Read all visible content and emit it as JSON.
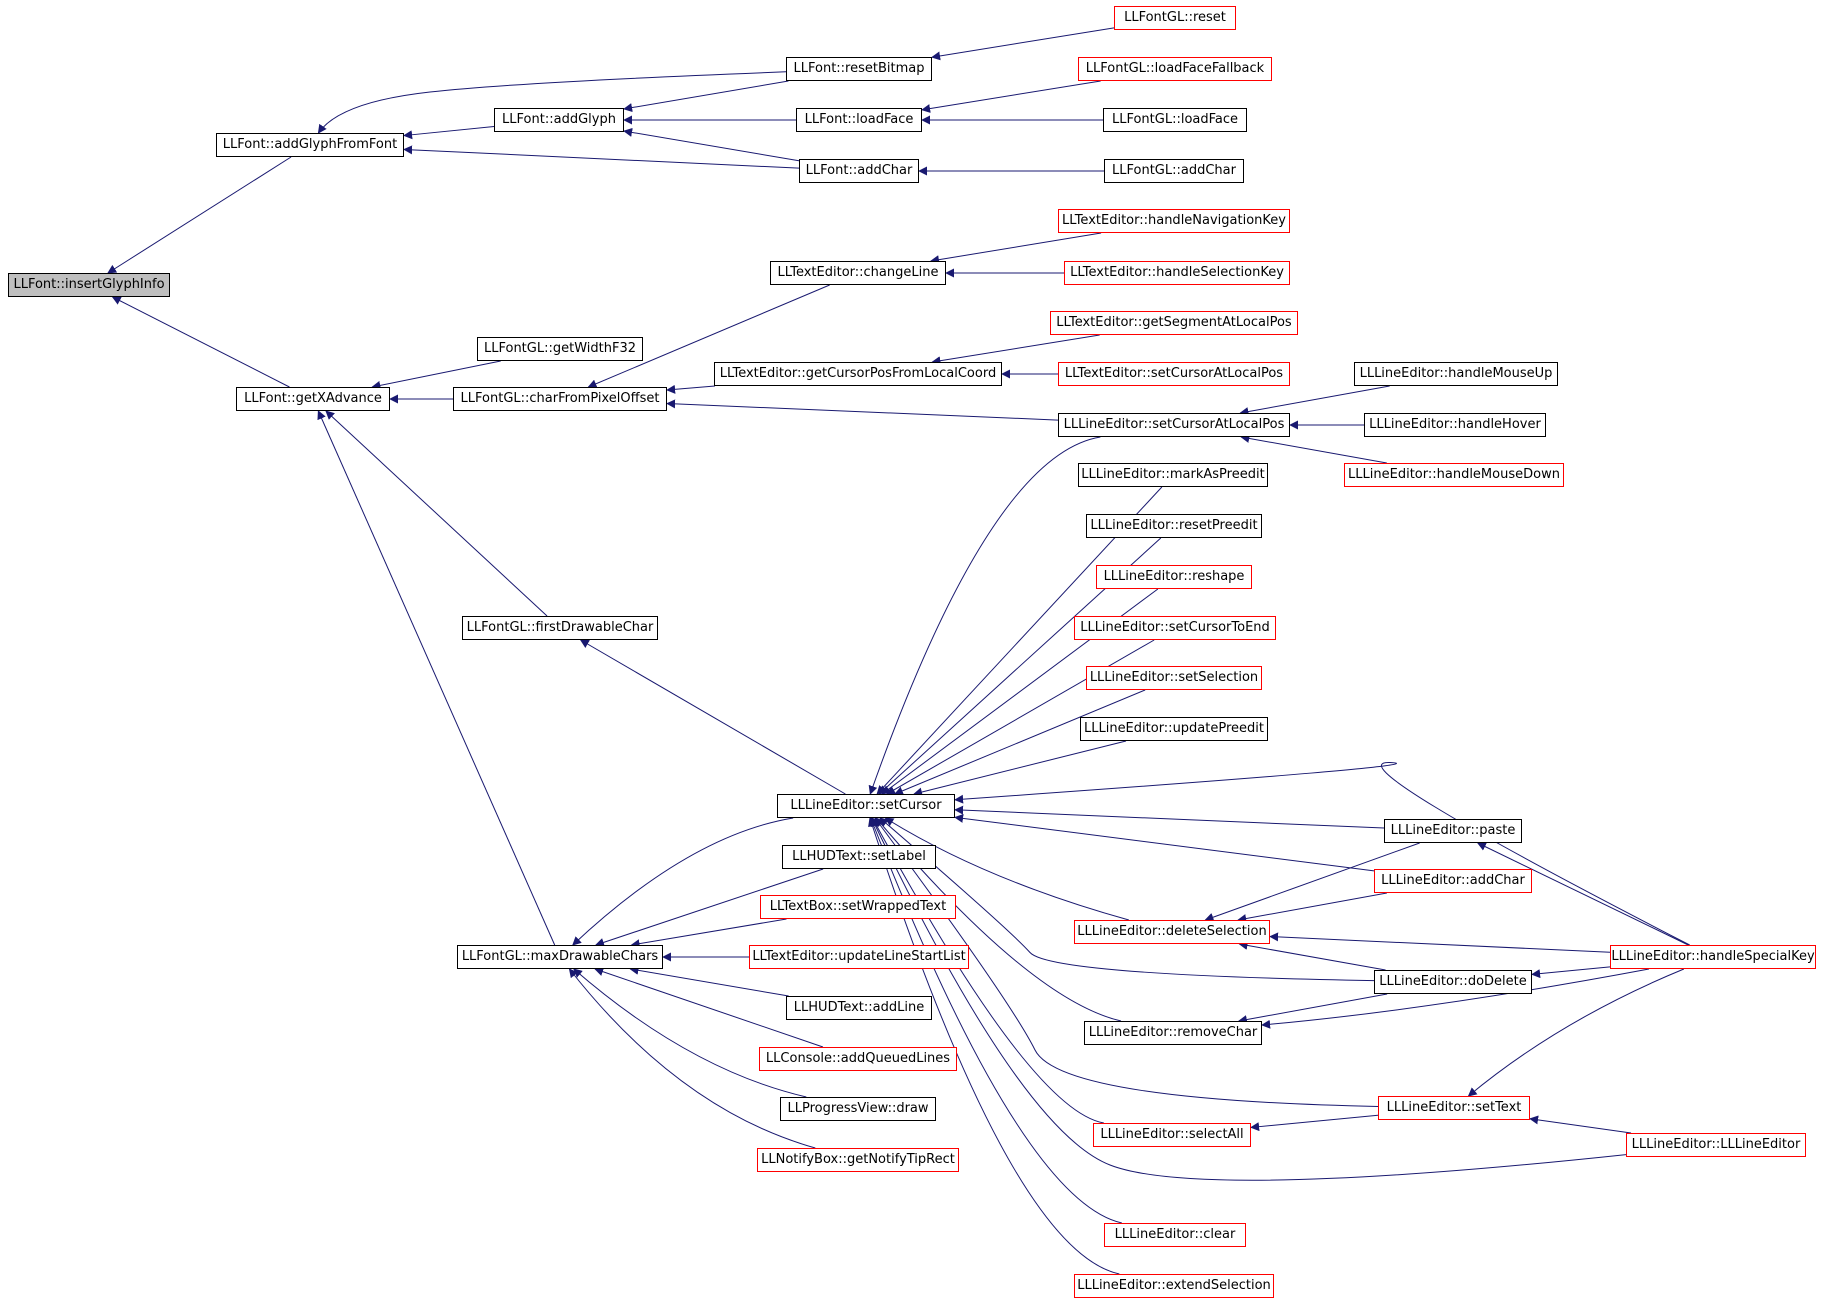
{
  "colors": {
    "edge": "#191970",
    "border": "#000000",
    "border_truncated": "#ff0000",
    "root_fill": "#bfbfbf",
    "background": "#ffffff"
  },
  "graph": {
    "nodes": [
      {
        "id": "insertGlyphInfo",
        "label": "LLFont::insertGlyphInfo",
        "style": "root"
      },
      {
        "id": "addGlyphFromFont",
        "label": "LLFont::addGlyphFromFont",
        "style": "normal"
      },
      {
        "id": "getXAdvance",
        "label": "LLFont::getXAdvance",
        "style": "normal"
      },
      {
        "id": "addGlyph",
        "label": "LLFont::addGlyph",
        "style": "normal"
      },
      {
        "id": "resetBitmap",
        "label": "LLFont::resetBitmap",
        "style": "normal"
      },
      {
        "id": "loadFace",
        "label": "LLFont::loadFace",
        "style": "normal"
      },
      {
        "id": "fontAddChar",
        "label": "LLFont::addChar",
        "style": "normal"
      },
      {
        "id": "glReset",
        "label": "LLFontGL::reset",
        "style": "red"
      },
      {
        "id": "glLoadFaceFallback",
        "label": "LLFontGL::loadFaceFallback",
        "style": "red"
      },
      {
        "id": "glLoadFace",
        "label": "LLFontGL::loadFace",
        "style": "normal"
      },
      {
        "id": "glAddChar",
        "label": "LLFontGL::addChar",
        "style": "normal"
      },
      {
        "id": "getWidthF32",
        "label": "LLFontGL::getWidthF32",
        "style": "normal"
      },
      {
        "id": "charFromPixelOffset",
        "label": "LLFontGL::charFromPixelOffset",
        "style": "normal"
      },
      {
        "id": "firstDrawableChar",
        "label": "LLFontGL::firstDrawableChar",
        "style": "normal"
      },
      {
        "id": "maxDrawableChars",
        "label": "LLFontGL::maxDrawableChars",
        "style": "normal"
      },
      {
        "id": "changeLine",
        "label": "LLTextEditor::changeLine",
        "style": "normal"
      },
      {
        "id": "getCursorPosFromLocalCoord",
        "label": "LLTextEditor::getCursorPosFromLocalCoord",
        "style": "normal"
      },
      {
        "id": "leSetCursorAtLocalPos",
        "label": "LLLineEditor::setCursorAtLocalPos",
        "style": "normal"
      },
      {
        "id": "handleNavigationKey",
        "label": "LLTextEditor::handleNavigationKey",
        "style": "red"
      },
      {
        "id": "handleSelectionKey",
        "label": "LLTextEditor::handleSelectionKey",
        "style": "red"
      },
      {
        "id": "getSegmentAtLocalPos",
        "label": "LLTextEditor::getSegmentAtLocalPos",
        "style": "red"
      },
      {
        "id": "teSetCursorAtLocalPos",
        "label": "LLTextEditor::setCursorAtLocalPos",
        "style": "red"
      },
      {
        "id": "handleMouseUp",
        "label": "LLLineEditor::handleMouseUp",
        "style": "normal"
      },
      {
        "id": "handleHover",
        "label": "LLLineEditor::handleHover",
        "style": "normal"
      },
      {
        "id": "handleMouseDown",
        "label": "LLLineEditor::handleMouseDown",
        "style": "red"
      },
      {
        "id": "markAsPreedit",
        "label": "LLLineEditor::markAsPreedit",
        "style": "normal"
      },
      {
        "id": "resetPreedit",
        "label": "LLLineEditor::resetPreedit",
        "style": "normal"
      },
      {
        "id": "reshape",
        "label": "LLLineEditor::reshape",
        "style": "red"
      },
      {
        "id": "setCursorToEnd",
        "label": "LLLineEditor::setCursorToEnd",
        "style": "red"
      },
      {
        "id": "setSelection",
        "label": "LLLineEditor::setSelection",
        "style": "red"
      },
      {
        "id": "updatePreedit",
        "label": "LLLineEditor::updatePreedit",
        "style": "normal"
      },
      {
        "id": "setCursor",
        "label": "LLLineEditor::setCursor",
        "style": "normal"
      },
      {
        "id": "setLabel",
        "label": "LLHUDText::setLabel",
        "style": "normal"
      },
      {
        "id": "setWrappedText",
        "label": "LLTextBox::setWrappedText",
        "style": "red"
      },
      {
        "id": "updateLineStartList",
        "label": "LLTextEditor::updateLineStartList",
        "style": "red"
      },
      {
        "id": "addLine",
        "label": "LLHUDText::addLine",
        "style": "normal"
      },
      {
        "id": "addQueuedLines",
        "label": "LLConsole::addQueuedLines",
        "style": "red"
      },
      {
        "id": "progressDraw",
        "label": "LLProgressView::draw",
        "style": "normal"
      },
      {
        "id": "getNotifyTipRect",
        "label": "LLNotifyBox::getNotifyTipRect",
        "style": "red"
      },
      {
        "id": "paste",
        "label": "LLLineEditor::paste",
        "style": "normal"
      },
      {
        "id": "leAddChar",
        "label": "LLLineEditor::addChar",
        "style": "red"
      },
      {
        "id": "deleteSelection",
        "label": "LLLineEditor::deleteSelection",
        "style": "red"
      },
      {
        "id": "handleSpecialKey",
        "label": "LLLineEditor::handleSpecialKey",
        "style": "red"
      },
      {
        "id": "doDelete",
        "label": "LLLineEditor::doDelete",
        "style": "normal"
      },
      {
        "id": "removeChar",
        "label": "LLLineEditor::removeChar",
        "style": "normal"
      },
      {
        "id": "setText",
        "label": "LLLineEditor::setText",
        "style": "red"
      },
      {
        "id": "selectAll",
        "label": "LLLineEditor::selectAll",
        "style": "red"
      },
      {
        "id": "ctor",
        "label": "LLLineEditor::LLLineEditor",
        "style": "red"
      },
      {
        "id": "clear",
        "label": "LLLineEditor::clear",
        "style": "red"
      },
      {
        "id": "extendSelection",
        "label": "LLLineEditor::extendSelection",
        "style": "red"
      }
    ],
    "edges": [
      [
        "addGlyphFromFont",
        "insertGlyphInfo"
      ],
      [
        "getXAdvance",
        "insertGlyphInfo"
      ],
      [
        "addGlyph",
        "addGlyphFromFont"
      ],
      [
        "resetBitmap",
        "addGlyphFromFont"
      ],
      [
        "fontAddChar",
        "addGlyphFromFont"
      ],
      [
        "resetBitmap",
        "addGlyph"
      ],
      [
        "loadFace",
        "addGlyph"
      ],
      [
        "fontAddChar",
        "addGlyph"
      ],
      [
        "glReset",
        "resetBitmap"
      ],
      [
        "glLoadFaceFallback",
        "loadFace"
      ],
      [
        "glLoadFace",
        "loadFace"
      ],
      [
        "glAddChar",
        "fontAddChar"
      ],
      [
        "getWidthF32",
        "getXAdvance"
      ],
      [
        "charFromPixelOffset",
        "getXAdvance"
      ],
      [
        "firstDrawableChar",
        "getXAdvance"
      ],
      [
        "maxDrawableChars",
        "getXAdvance"
      ],
      [
        "changeLine",
        "charFromPixelOffset"
      ],
      [
        "getCursorPosFromLocalCoord",
        "charFromPixelOffset"
      ],
      [
        "leSetCursorAtLocalPos",
        "charFromPixelOffset"
      ],
      [
        "handleNavigationKey",
        "changeLine"
      ],
      [
        "handleSelectionKey",
        "changeLine"
      ],
      [
        "getSegmentAtLocalPos",
        "getCursorPosFromLocalCoord"
      ],
      [
        "teSetCursorAtLocalPos",
        "getCursorPosFromLocalCoord"
      ],
      [
        "handleMouseUp",
        "leSetCursorAtLocalPos"
      ],
      [
        "handleHover",
        "leSetCursorAtLocalPos"
      ],
      [
        "handleMouseDown",
        "leSetCursorAtLocalPos"
      ],
      [
        "setCursor",
        "firstDrawableChar"
      ],
      [
        "setCursor",
        "maxDrawableChars"
      ],
      [
        "setLabel",
        "maxDrawableChars"
      ],
      [
        "setWrappedText",
        "maxDrawableChars"
      ],
      [
        "updateLineStartList",
        "maxDrawableChars"
      ],
      [
        "addLine",
        "maxDrawableChars"
      ],
      [
        "addQueuedLines",
        "maxDrawableChars"
      ],
      [
        "progressDraw",
        "maxDrawableChars"
      ],
      [
        "getNotifyTipRect",
        "maxDrawableChars"
      ],
      [
        "leSetCursorAtLocalPos",
        "setCursor"
      ],
      [
        "markAsPreedit",
        "setCursor"
      ],
      [
        "resetPreedit",
        "setCursor"
      ],
      [
        "reshape",
        "setCursor"
      ],
      [
        "setCursorToEnd",
        "setCursor"
      ],
      [
        "setSelection",
        "setCursor"
      ],
      [
        "updatePreedit",
        "setCursor"
      ],
      [
        "paste",
        "setCursor"
      ],
      [
        "leAddChar",
        "setCursor"
      ],
      [
        "deleteSelection",
        "setCursor"
      ],
      [
        "handleSpecialKey",
        "setCursor"
      ],
      [
        "doDelete",
        "setCursor"
      ],
      [
        "removeChar",
        "setCursor"
      ],
      [
        "setText",
        "setCursor"
      ],
      [
        "selectAll",
        "setCursor"
      ],
      [
        "ctor",
        "setCursor"
      ],
      [
        "clear",
        "setCursor"
      ],
      [
        "extendSelection",
        "setCursor"
      ],
      [
        "paste",
        "deleteSelection"
      ],
      [
        "leAddChar",
        "deleteSelection"
      ],
      [
        "handleSpecialKey",
        "deleteSelection"
      ],
      [
        "doDelete",
        "deleteSelection"
      ],
      [
        "doDelete",
        "removeChar"
      ],
      [
        "handleSpecialKey",
        "removeChar"
      ],
      [
        "handleSpecialKey",
        "paste"
      ],
      [
        "handleSpecialKey",
        "doDelete"
      ],
      [
        "handleSpecialKey",
        "setText"
      ],
      [
        "setText",
        "selectAll"
      ],
      [
        "ctor",
        "setText"
      ]
    ]
  }
}
